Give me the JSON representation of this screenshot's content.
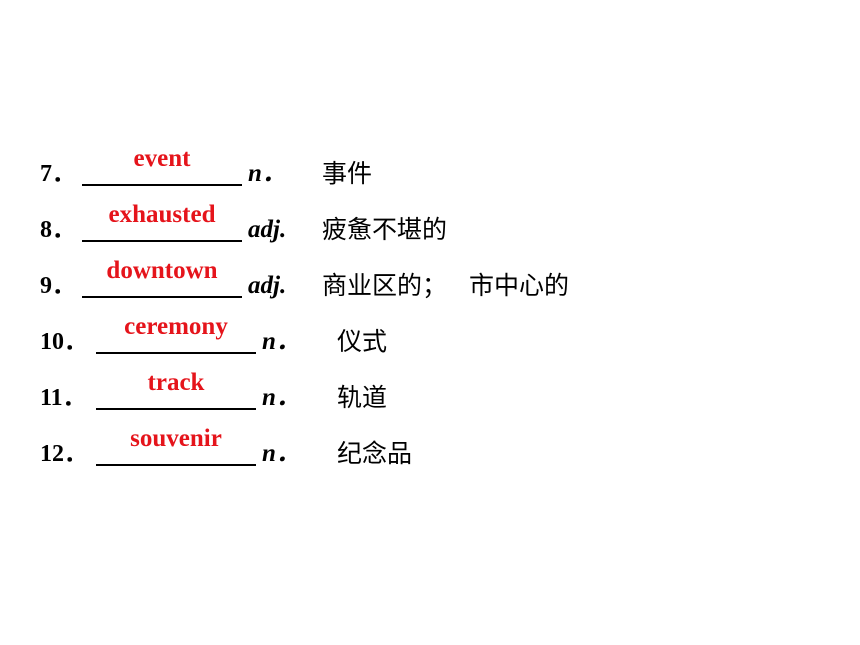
{
  "items": [
    {
      "number": "7．",
      "answer": "event",
      "pos": "n．",
      "meaning": "事件"
    },
    {
      "number": "8．",
      "answer": "exhausted",
      "pos": "adj.",
      "meaning": "疲惫不堪的"
    },
    {
      "number": "9．",
      "answer": "downtown",
      "pos": "adj.",
      "meaning": "商业区的；",
      "meaning2": "市中心的"
    },
    {
      "number": "10．",
      "answer": "ceremony",
      "pos": "n．",
      "meaning": "仪式"
    },
    {
      "number": "11．",
      "answer": "track",
      "pos": "n．",
      "meaning": "轨道"
    },
    {
      "number": "12．",
      "answer": "souvenir",
      "pos": "n．",
      "meaning": "纪念品"
    }
  ],
  "colors": {
    "answer": "#e5141b",
    "text": "#000000"
  }
}
